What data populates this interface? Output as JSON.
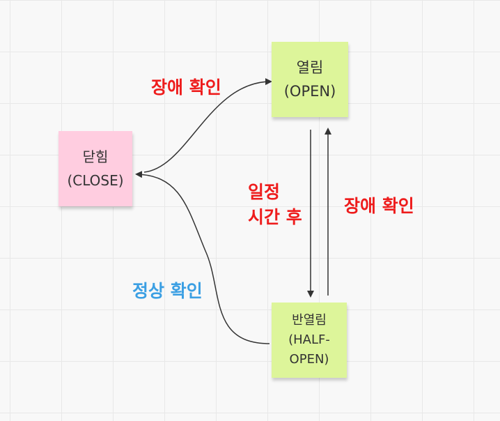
{
  "colors": {
    "note_open": "#ddf59a",
    "note_close": "#ffcde0",
    "note_half": "#ddf59a",
    "label_red": "#ee1c1c",
    "label_blue": "#3b9fe3",
    "arrow": "#333333"
  },
  "states": {
    "open": {
      "line1": "열림",
      "line2": "(OPEN)"
    },
    "close": {
      "line1": "닫힘",
      "line2": "(CLOSE)"
    },
    "half_open": {
      "line1": "반열림",
      "line2": "(HALF-",
      "line3": "OPEN)"
    }
  },
  "transitions": {
    "close_to_open": "장애 확인",
    "open_to_half_line1": "일정",
    "open_to_half_line2": "시간 후",
    "half_to_open": "장애 확인",
    "half_to_close": "정상 확인"
  }
}
